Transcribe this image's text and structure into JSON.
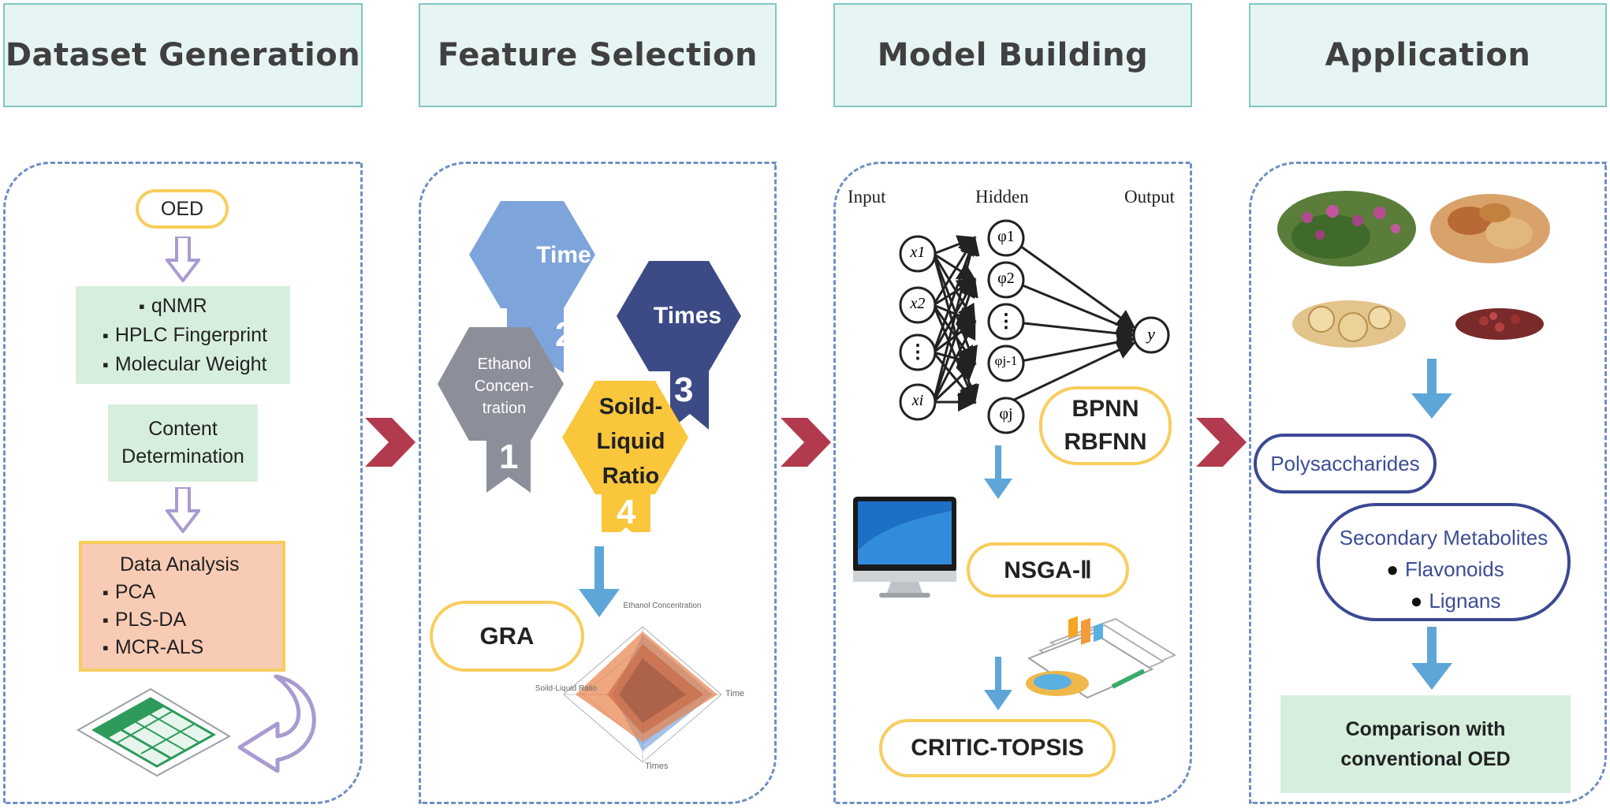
{
  "headers": {
    "dataset": "Dataset Generation",
    "feature": "Feature Selection",
    "model": "Model Building",
    "application": "Application"
  },
  "dataset_panel": {
    "oed": "OED",
    "methods": [
      "qNMR",
      "HPLC Fingerprint",
      "Molecular Weight"
    ],
    "content_line1": "Content",
    "content_line2": "Determination",
    "analysis_title": "Data Analysis",
    "analysis_items": [
      "PCA",
      "PLS-DA",
      "MCR-ALS"
    ]
  },
  "feature_panel": {
    "factors": [
      {
        "label": "Ethanol Concen- tration",
        "number": "1"
      },
      {
        "label": "Time",
        "number": "2"
      },
      {
        "label": "Times",
        "number": "3"
      },
      {
        "label": "Soild- Liquid Ratio",
        "number": "4"
      }
    ],
    "gra": "GRA",
    "radar_labels": [
      "Ethanol Concentration",
      "Time",
      "Times",
      "Soild-Liquid Ratio"
    ]
  },
  "model_panel": {
    "layers": [
      "Input",
      "Hidden",
      "Output"
    ],
    "input_nodes": [
      "x1",
      "x2",
      "⋮",
      "xi"
    ],
    "hidden_nodes": [
      "φ1",
      "φ2",
      "⋮",
      "φj-1",
      "φj"
    ],
    "output_node": "y",
    "nn_line1": "BPNN",
    "nn_line2": "RBFNN",
    "nsga": "NSGA-Ⅱ",
    "critic": "CRITIC-TOPSIS"
  },
  "application_panel": {
    "polysaccharides": "Polysaccharides",
    "secondary_title": "Secondary Metabolites",
    "secondary_items": [
      "Flavonoids",
      "Lignans"
    ],
    "comparison_line1": "Comparison with",
    "comparison_line2": "conventional OED"
  },
  "colors": {
    "header_bg": "#e6f4f4",
    "panel_border": "#6f8fc1",
    "pill_border": "#f7cd5c",
    "chevron": "#b23a4e",
    "arrow_blue": "#5ea6d8",
    "arrow_purple": "#a99bd0",
    "green_box": "#d6efdc",
    "orange_box": "#f8cbb4",
    "navy_ring": "#3c4893"
  }
}
